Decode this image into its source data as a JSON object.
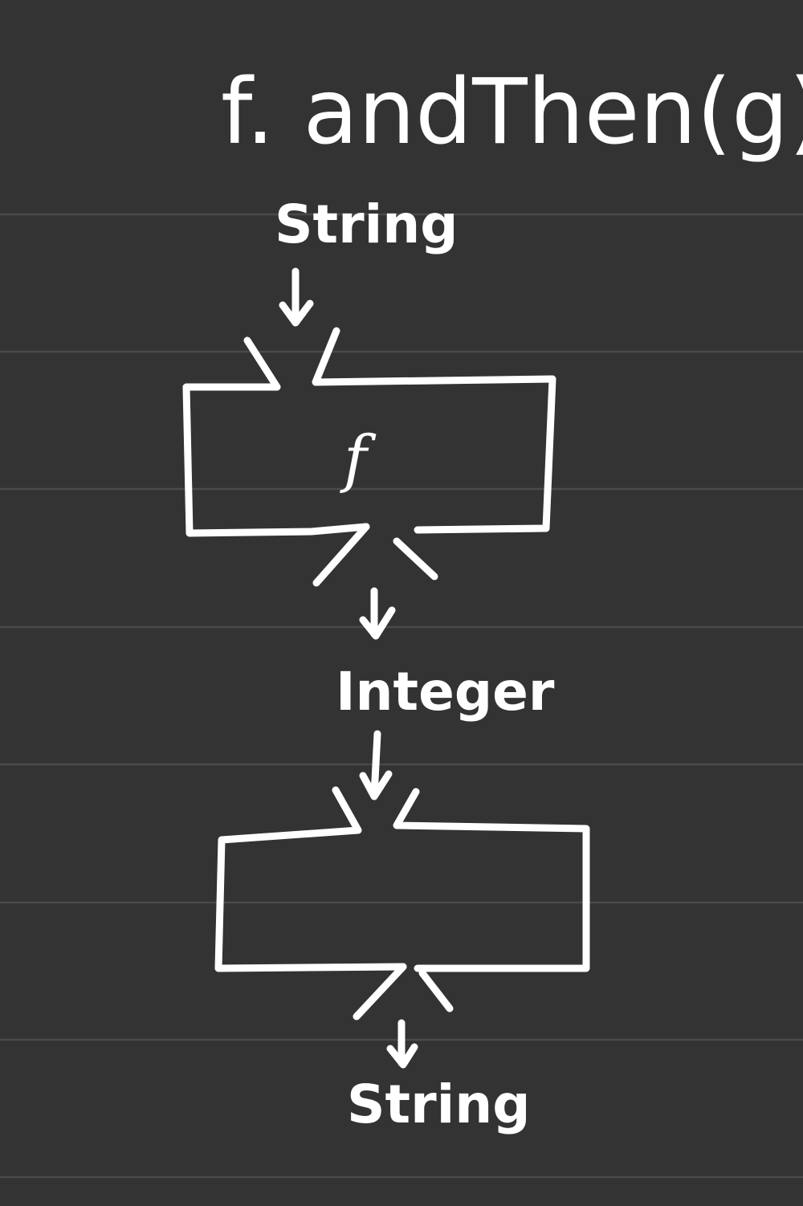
{
  "title": "f. andThen(g)",
  "flow": {
    "input_type": "String",
    "first_function": "f",
    "intermediate_type": "Integer",
    "second_function": "",
    "output_type": "String"
  },
  "colors": {
    "background": "#333333",
    "ruled_line": "#4a4a4a",
    "ink": "#ffffff"
  }
}
